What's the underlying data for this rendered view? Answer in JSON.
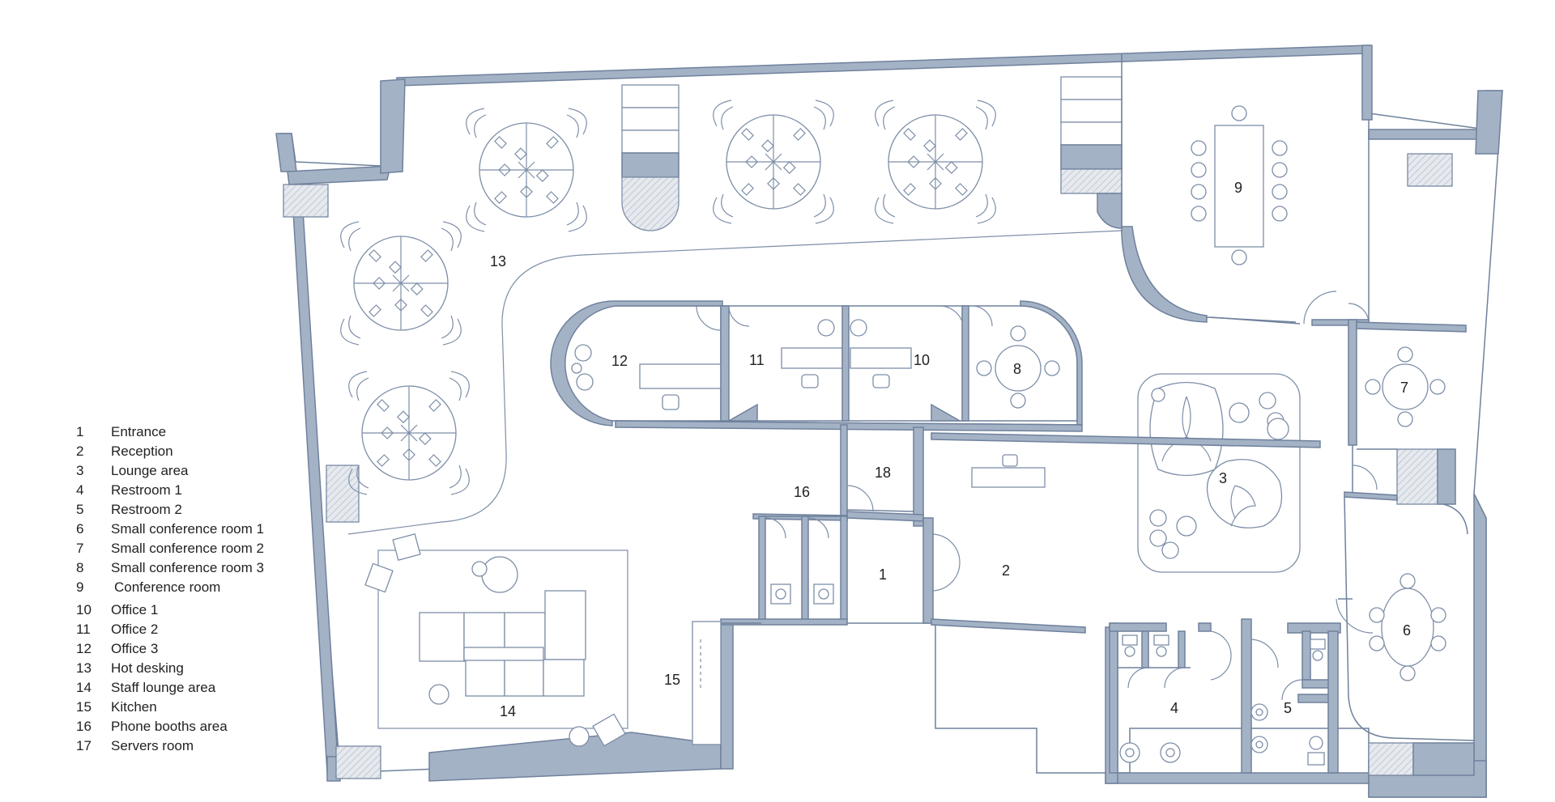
{
  "legend": [
    {
      "num": "1",
      "name": "Entrance"
    },
    {
      "num": "2",
      "name": "Reception"
    },
    {
      "num": "3",
      "name": "Lounge area"
    },
    {
      "num": "4",
      "name": "Restroom 1"
    },
    {
      "num": "5",
      "name": "Restroom 2"
    },
    {
      "num": "6",
      "name": "Small conference room 1"
    },
    {
      "num": "7",
      "name": "Small conference room 2"
    },
    {
      "num": "8",
      "name": "Small conference room 3"
    },
    {
      "num": "9",
      "name": "Conference room"
    },
    {
      "num": "10",
      "name": "Office 1"
    },
    {
      "num": "11",
      "name": "Office 2"
    },
    {
      "num": "12",
      "name": "Office 3"
    },
    {
      "num": "13",
      "name": "Hot desking"
    },
    {
      "num": "14",
      "name": "Staff lounge area"
    },
    {
      "num": "15",
      "name": "Kitchen"
    },
    {
      "num": "16",
      "name": "Phone booths area"
    },
    {
      "num": "17",
      "name": "Servers room"
    }
  ],
  "room_labels": {
    "r1": "1",
    "r2": "2",
    "r3": "3",
    "r4": "4",
    "r5": "5",
    "r6": "6",
    "r7": "7",
    "r8": "8",
    "r9": "9",
    "r10": "10",
    "r11": "11",
    "r12": "12",
    "r13": "13",
    "r14": "14",
    "r15": "15",
    "r16": "16",
    "r18": "18"
  },
  "colors": {
    "wall": "#a4b2c6",
    "line": "#6f819c",
    "text": "#222222"
  }
}
